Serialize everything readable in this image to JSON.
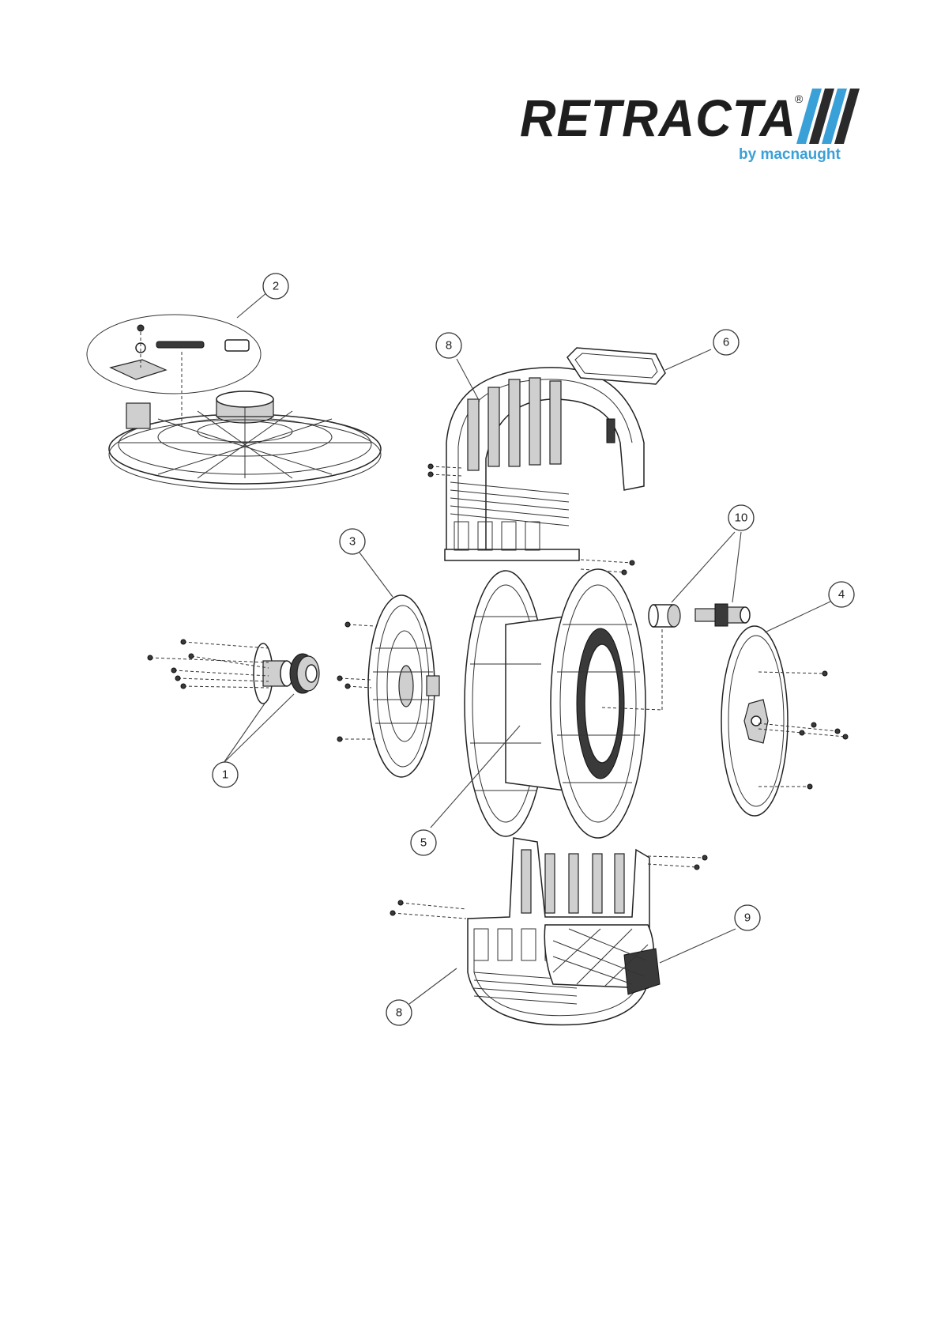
{
  "logo": {
    "brand": "RETRACTA",
    "registered_mark": "®",
    "subtitle": "by macnaught",
    "accent_color": "#3aa0d8"
  },
  "callouts": [
    {
      "label": "1"
    },
    {
      "label": "2"
    },
    {
      "label": "3"
    },
    {
      "label": "4"
    },
    {
      "label": "5"
    },
    {
      "label": "6"
    },
    {
      "label": "8"
    },
    {
      "label": "8"
    },
    {
      "label": "9"
    },
    {
      "label": "10"
    }
  ]
}
